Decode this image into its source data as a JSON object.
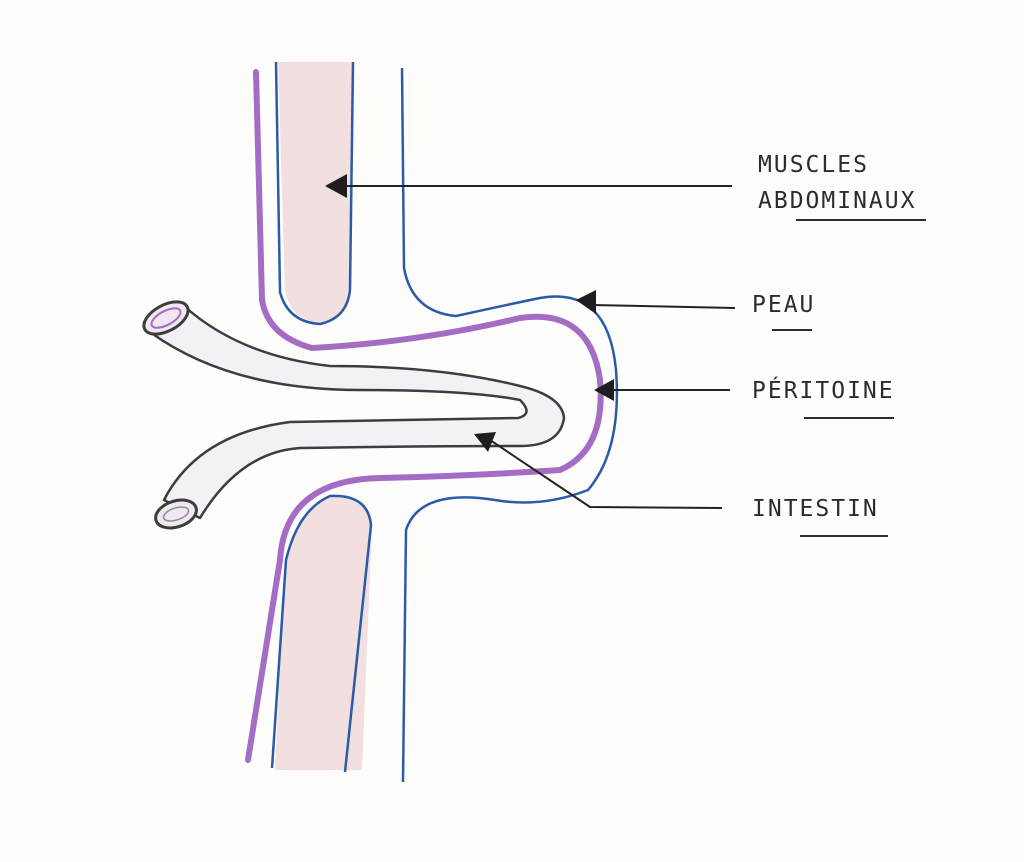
{
  "diagram": {
    "labels": {
      "muscles_line1": "MUSCLES",
      "muscles_line2": "ABDOMINAUX",
      "skin": "PEAU",
      "peritoneum": "PÉRITOINE",
      "intestine": "INTESTIN"
    },
    "colors": {
      "skin": "#2a5aa8",
      "peritoneum": "#a56cc6",
      "muscle_fill": "#f2dfe0",
      "intestine_fill": "#f3f1f6",
      "intestine_outline": "#3c3e3a",
      "ink": "#222222"
    }
  }
}
